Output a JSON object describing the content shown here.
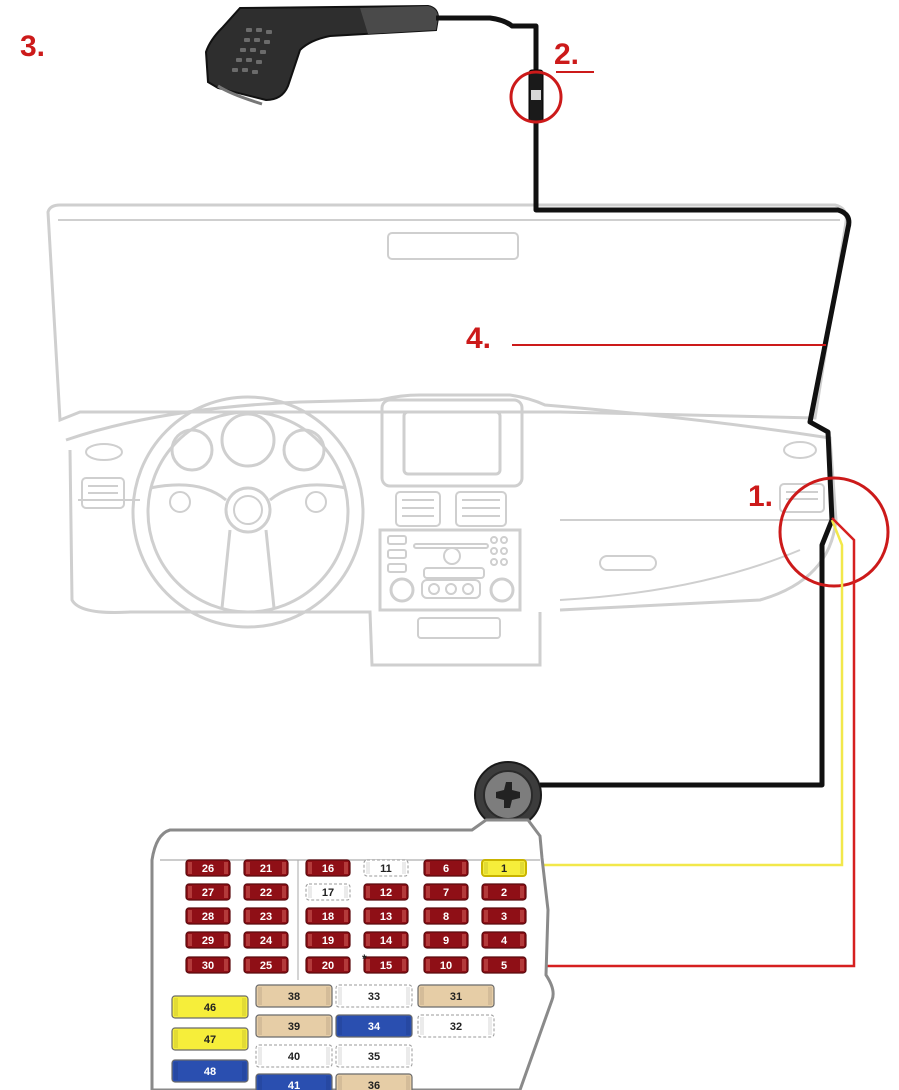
{
  "labels": {
    "step1": "1.",
    "step2": "2.",
    "step3": "3.",
    "step4": "4."
  },
  "colors": {
    "annotation": "#cc1a1a",
    "cable": "#111111",
    "acc_wire": "#f2e84a",
    "power_wire": "#d62020",
    "outline": "#cfcfcf",
    "fuse_red": "#8f0f16",
    "fuse_tan": "#e6cda6",
    "fuse_yellow": "#f6ee3a",
    "fuse_blue": "#2a4fb0"
  },
  "fusebox": {
    "small_fuses": [
      {
        "id": "f26",
        "label": "26",
        "type": "red"
      },
      {
        "id": "f21",
        "label": "21",
        "type": "red"
      },
      {
        "id": "f16",
        "label": "16",
        "type": "red"
      },
      {
        "id": "f11",
        "label": "11",
        "type": "empty"
      },
      {
        "id": "f6",
        "label": "6",
        "type": "red"
      },
      {
        "id": "f1",
        "label": "1",
        "type": "yellow"
      },
      {
        "id": "f27",
        "label": "27",
        "type": "red"
      },
      {
        "id": "f22",
        "label": "22",
        "type": "red"
      },
      {
        "id": "f17",
        "label": "17",
        "type": "empty"
      },
      {
        "id": "f12",
        "label": "12",
        "type": "red"
      },
      {
        "id": "f7",
        "label": "7",
        "type": "red"
      },
      {
        "id": "f2",
        "label": "2",
        "type": "red"
      },
      {
        "id": "f28",
        "label": "28",
        "type": "red"
      },
      {
        "id": "f23",
        "label": "23",
        "type": "red"
      },
      {
        "id": "f18",
        "label": "18",
        "type": "red"
      },
      {
        "id": "f13",
        "label": "13",
        "type": "red"
      },
      {
        "id": "f8",
        "label": "8",
        "type": "red"
      },
      {
        "id": "f3",
        "label": "3",
        "type": "red"
      },
      {
        "id": "f29",
        "label": "29",
        "type": "red"
      },
      {
        "id": "f24",
        "label": "24",
        "type": "red"
      },
      {
        "id": "f19",
        "label": "19",
        "type": "red"
      },
      {
        "id": "f14",
        "label": "14",
        "type": "red"
      },
      {
        "id": "f9",
        "label": "9",
        "type": "red"
      },
      {
        "id": "f4",
        "label": "4",
        "type": "red"
      },
      {
        "id": "f30",
        "label": "30",
        "type": "red"
      },
      {
        "id": "f25",
        "label": "25",
        "type": "red"
      },
      {
        "id": "f20",
        "label": "20",
        "type": "red"
      },
      {
        "id": "f15",
        "label": "15",
        "type": "red"
      },
      {
        "id": "f10",
        "label": "10",
        "type": "red"
      },
      {
        "id": "f5",
        "label": "5",
        "type": "red"
      }
    ],
    "large_fuses": [
      {
        "id": "f46",
        "label": "46",
        "type": "yellow"
      },
      {
        "id": "f47",
        "label": "47",
        "type": "yellow"
      },
      {
        "id": "f48",
        "label": "48",
        "type": "blue"
      },
      {
        "id": "f38",
        "label": "38",
        "type": "tan"
      },
      {
        "id": "f39",
        "label": "39",
        "type": "tan"
      },
      {
        "id": "f40",
        "label": "40",
        "type": "empty"
      },
      {
        "id": "f41",
        "label": "41",
        "type": "blue"
      },
      {
        "id": "f33",
        "label": "33",
        "type": "empty"
      },
      {
        "id": "f34",
        "label": "34",
        "type": "blue"
      },
      {
        "id": "f35",
        "label": "35",
        "type": "empty"
      },
      {
        "id": "f36",
        "label": "36",
        "type": "tan"
      },
      {
        "id": "f31",
        "label": "31",
        "type": "tan"
      },
      {
        "id": "f32",
        "label": "32",
        "type": "empty"
      }
    ],
    "star_mark": "*"
  }
}
